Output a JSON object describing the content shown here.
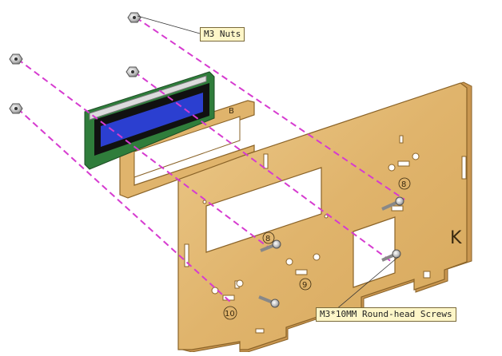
{
  "labels": {
    "nuts": "M3 Nuts",
    "screws": "M3*10MM Round-head Screws"
  },
  "part_marks": {
    "frame_letter": "B",
    "panel_letter": "K",
    "hole_8": "8",
    "hole_9": "9",
    "hole_10": "10",
    "hole_unlabeled": "8"
  },
  "colors": {
    "wood": "#e3b873",
    "wood_edge": "#8a6328",
    "wood_side": "#c99650",
    "guide": "#d63bd0",
    "lcd_board": "#2f7d3b",
    "lcd_screen": "#2b3fd0",
    "callout_bg": "#fdf6c8"
  },
  "icons": [
    "nut-icon",
    "screw-icon"
  ]
}
